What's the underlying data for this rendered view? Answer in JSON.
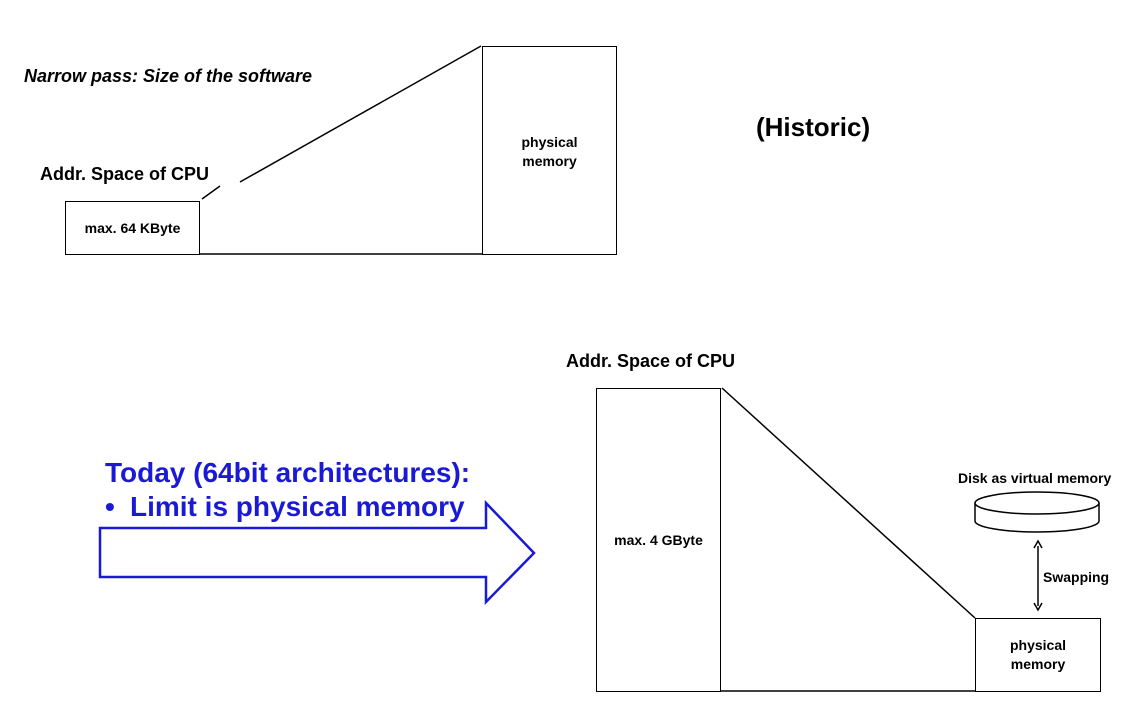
{
  "historic": {
    "narrow_pass": "Narrow pass: Size of the software",
    "label": "(Historic)",
    "addr_space_title": "Addr. Space of CPU",
    "cpu_box": "max. 64 KByte",
    "physical_memory": "physical\nmemory"
  },
  "today": {
    "heading": "Today (64bit architectures):",
    "bullet": "•",
    "bullet_text": "Limit is physical memory",
    "addr_space_title": "Addr. Space of CPU",
    "cpu_box": "max. 4 GByte",
    "disk_label": "Disk as virtual memory",
    "swapping_label": "Swapping",
    "physical_memory": "physical\nmemory"
  },
  "colors": {
    "accent_blue": "#1a1ad6",
    "line": "#000000"
  }
}
